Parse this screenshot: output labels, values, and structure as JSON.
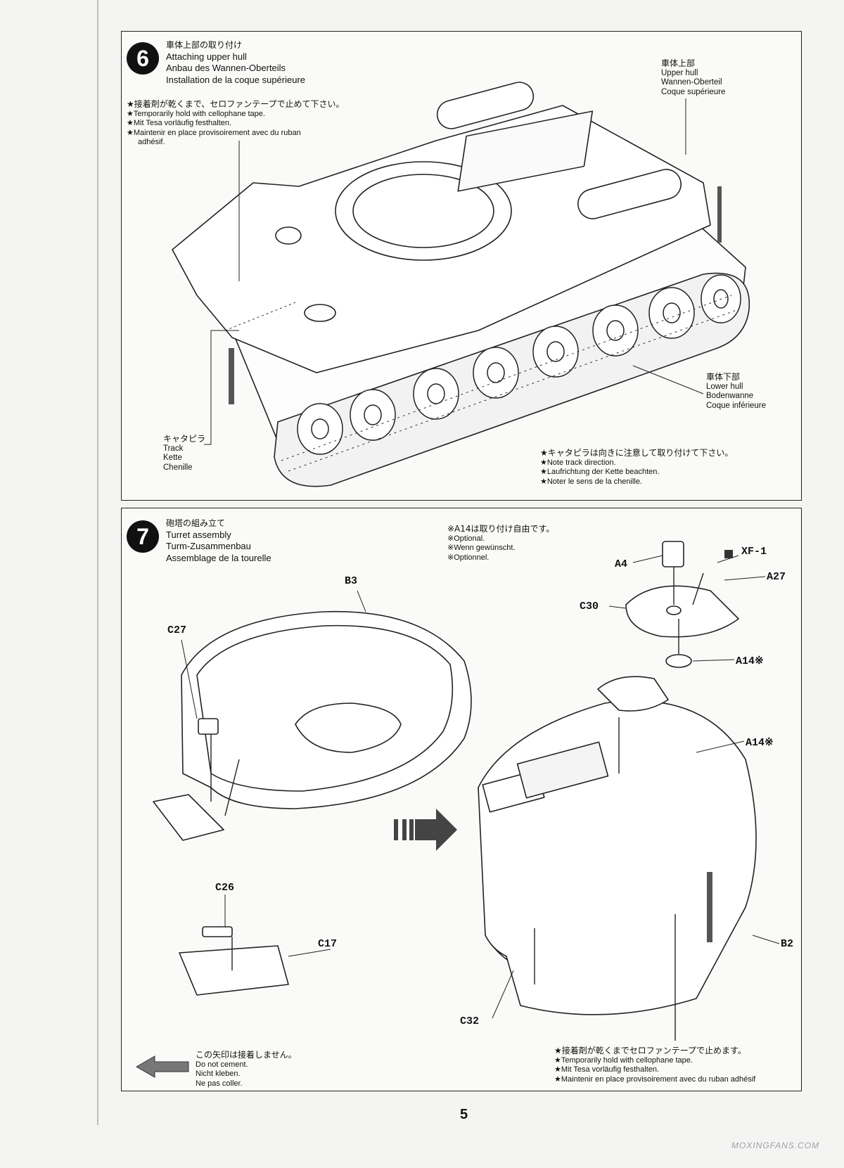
{
  "page_number": "5",
  "watermark": "MOXINGFANS.COM",
  "step6": {
    "number": "6",
    "title_jp": "車体上部の取り付け",
    "title_en": "Attaching upper hull",
    "title_de": "Anbau des Wannen-Oberteils",
    "title_fr": "Installation de la coque supérieure",
    "tape_note": {
      "jp": "★接着剤が乾くまで、セロファンテープで止めて下さい。",
      "en": "★Temporarily hold with cellophane tape.",
      "de": "★Mit Tesa vorläufig festhalten.",
      "fr1": "★Maintenir en place provisoirement avec du ruban",
      "fr2": "adhésif."
    },
    "upper_hull": {
      "jp": "車体上部",
      "en": "Upper hull",
      "de": "Wannen-Oberteil",
      "fr": "Coque supérieure"
    },
    "lower_hull": {
      "jp": "車体下部",
      "en": "Lower hull",
      "de": "Bodenwanne",
      "fr": "Coque inférieure"
    },
    "track": {
      "jp": "キャタピラ",
      "en": "Track",
      "de": "Kette",
      "fr": "Chenille"
    },
    "track_note": {
      "jp": "★キャタピラは向きに注意して取り付けて下さい。",
      "en": "★Note track direction.",
      "de": "★Laufrichtung der Kette beachten.",
      "fr": "★Noter le sens de la chenille."
    }
  },
  "step7": {
    "number": "7",
    "title_jp": "砲塔の組み立て",
    "title_en": "Turret assembly",
    "title_de": "Turm-Zusammenbau",
    "title_fr": "Assemblage de la tourelle",
    "optional_note": {
      "jp": "※A14は取り付け自由です。",
      "en": "※Optional.",
      "de": "※Wenn gewünscht.",
      "fr": "※Optionnel."
    },
    "parts": {
      "b3": "B3",
      "c27": "C27",
      "c26": "C26",
      "c17": "C17",
      "a4": "A4",
      "xf1": "XF-1",
      "a27": "A27",
      "c30": "C30",
      "a14_top": "A14※",
      "a14_turret": "A14※",
      "b2": "B2",
      "c32": "C32"
    },
    "legend": {
      "jp": "この矢印は接着しません。",
      "en": "Do not cement.",
      "de": "Nicht kleben.",
      "fr": "Ne pas coller."
    },
    "tape_note": {
      "jp": "★接着剤が乾くまでセロファンテープで止めます。",
      "en": "★Temporarily hold with cellophane tape.",
      "de": "★Mit Tesa vorläufig festhalten.",
      "fr": "★Maintenir en place provisoirement avec du ruban adhésif"
    }
  }
}
